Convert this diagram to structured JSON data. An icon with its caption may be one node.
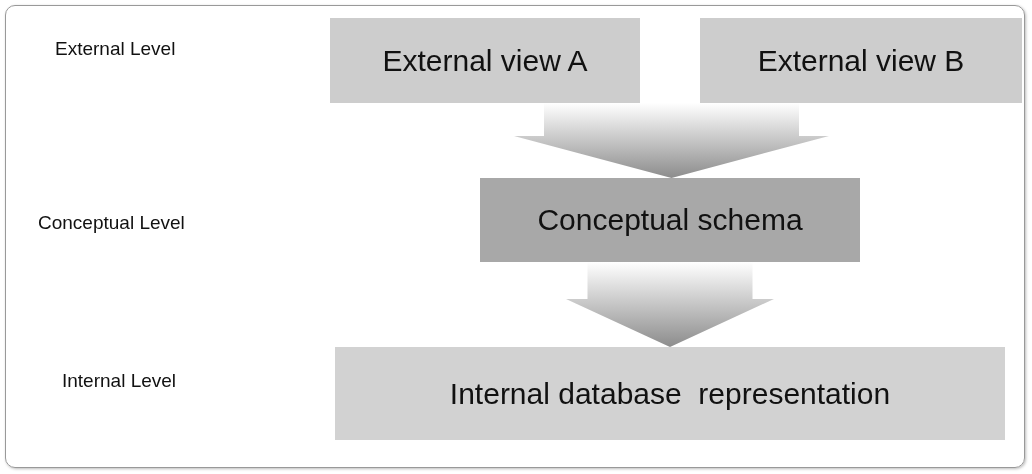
{
  "diagram": {
    "nodes": [
      {
        "text": [
          "External view A"
        ]
      },
      {
        "text": [
          "External view B"
        ]
      },
      {
        "text": [
          "Conceptual schema"
        ]
      },
      {
        "text": [
          "Internal database  representation"
        ]
      }
    ],
    "edges": [
      {
        "from": 0,
        "to": 2,
        "arrow": "to",
        "style": "thick"
      },
      {
        "from": 1,
        "to": 2,
        "arrow": "to",
        "style": "thick"
      },
      {
        "from": 2,
        "to": 3,
        "arrow": "to",
        "style": "thick"
      }
    ],
    "labels": [
      "External Level",
      "Conceptual Level",
      "Internal Level"
    ]
  }
}
